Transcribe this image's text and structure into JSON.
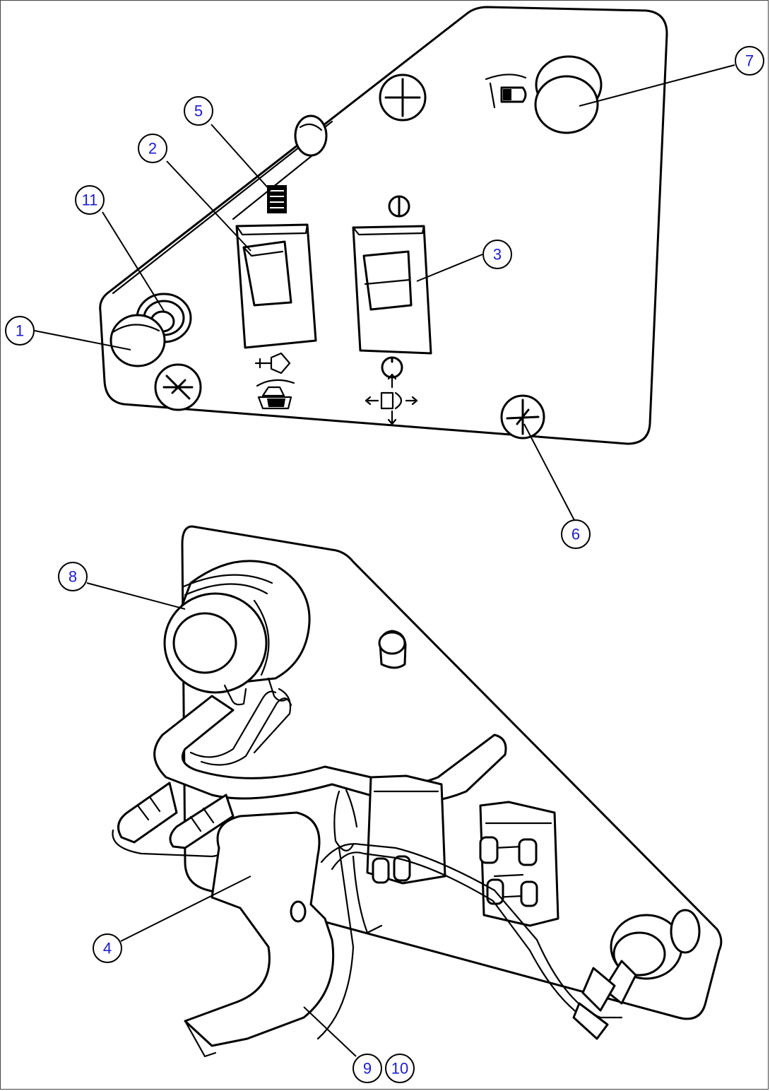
{
  "diagram": {
    "callouts": [
      {
        "id": "callout-1",
        "label": "1"
      },
      {
        "id": "callout-2",
        "label": "2"
      },
      {
        "id": "callout-3",
        "label": "3"
      },
      {
        "id": "callout-4",
        "label": "4"
      },
      {
        "id": "callout-5",
        "label": "5"
      },
      {
        "id": "callout-6",
        "label": "6"
      },
      {
        "id": "callout-7",
        "label": "7"
      },
      {
        "id": "callout-8",
        "label": "8"
      },
      {
        "id": "callout-9",
        "label": "9"
      },
      {
        "id": "callout-10",
        "label": "10"
      },
      {
        "id": "callout-11",
        "label": "11"
      }
    ],
    "callout_color": "#1b1bd0",
    "line_color": "#000000",
    "icons": [
      "screw-icon",
      "rocker-switch-icon",
      "push-button-icon",
      "toggle-switch-icon",
      "work-light-icon",
      "rotating-beacon-icon",
      "wiper-icon",
      "horn-icon",
      "wiring-harness-icon",
      "connector-icon"
    ]
  }
}
